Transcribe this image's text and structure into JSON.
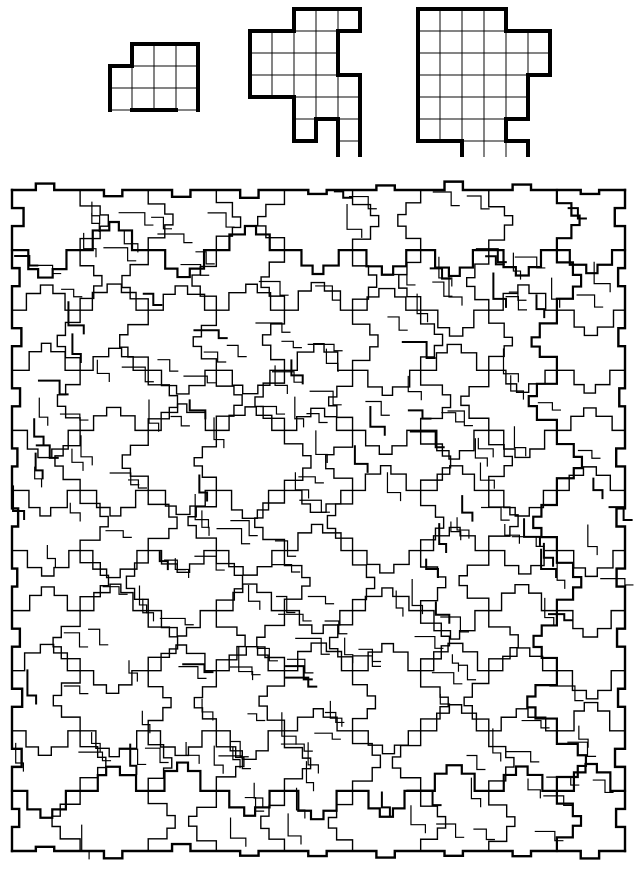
{
  "figure": {
    "kind": "polyomino-tiling-illustration",
    "stages": [
      {
        "name": "stage-1",
        "cells": [
          [
            1,
            0
          ],
          [
            2,
            0
          ],
          [
            3,
            0
          ],
          [
            0,
            1
          ],
          [
            1,
            1
          ],
          [
            2,
            1
          ],
          [
            3,
            1
          ],
          [
            0,
            2
          ],
          [
            1,
            2
          ],
          [
            2,
            2
          ],
          [
            3,
            2
          ],
          [
            0,
            3
          ],
          [
            3,
            3
          ]
        ]
      },
      {
        "name": "stage-2",
        "cells": [
          [
            2,
            0
          ],
          [
            3,
            0
          ],
          [
            4,
            0
          ],
          [
            0,
            1
          ],
          [
            1,
            1
          ],
          [
            2,
            1
          ],
          [
            3,
            1
          ],
          [
            0,
            2
          ],
          [
            1,
            2
          ],
          [
            2,
            2
          ],
          [
            3,
            2
          ],
          [
            0,
            3
          ],
          [
            1,
            3
          ],
          [
            2,
            3
          ],
          [
            3,
            3
          ],
          [
            4,
            3
          ],
          [
            2,
            4
          ],
          [
            3,
            4
          ],
          [
            4,
            4
          ],
          [
            2,
            5
          ],
          [
            4,
            5
          ],
          [
            4,
            6
          ]
        ]
      },
      {
        "name": "stage-3",
        "cells": [
          [
            0,
            0
          ],
          [
            1,
            0
          ],
          [
            2,
            0
          ],
          [
            3,
            0
          ],
          [
            0,
            1
          ],
          [
            1,
            1
          ],
          [
            2,
            1
          ],
          [
            3,
            1
          ],
          [
            4,
            1
          ],
          [
            5,
            1
          ],
          [
            0,
            2
          ],
          [
            1,
            2
          ],
          [
            2,
            2
          ],
          [
            3,
            2
          ],
          [
            4,
            2
          ],
          [
            5,
            2
          ],
          [
            0,
            3
          ],
          [
            1,
            3
          ],
          [
            2,
            3
          ],
          [
            3,
            3
          ],
          [
            4,
            3
          ],
          [
            0,
            4
          ],
          [
            1,
            4
          ],
          [
            2,
            4
          ],
          [
            3,
            4
          ],
          [
            4,
            4
          ],
          [
            0,
            5
          ],
          [
            1,
            5
          ],
          [
            2,
            5
          ],
          [
            3,
            5
          ],
          [
            2,
            6
          ],
          [
            3,
            6
          ],
          [
            4,
            6
          ]
        ]
      }
    ],
    "tiling": {
      "columns": 9,
      "rows": 11,
      "seed": 7
    }
  }
}
